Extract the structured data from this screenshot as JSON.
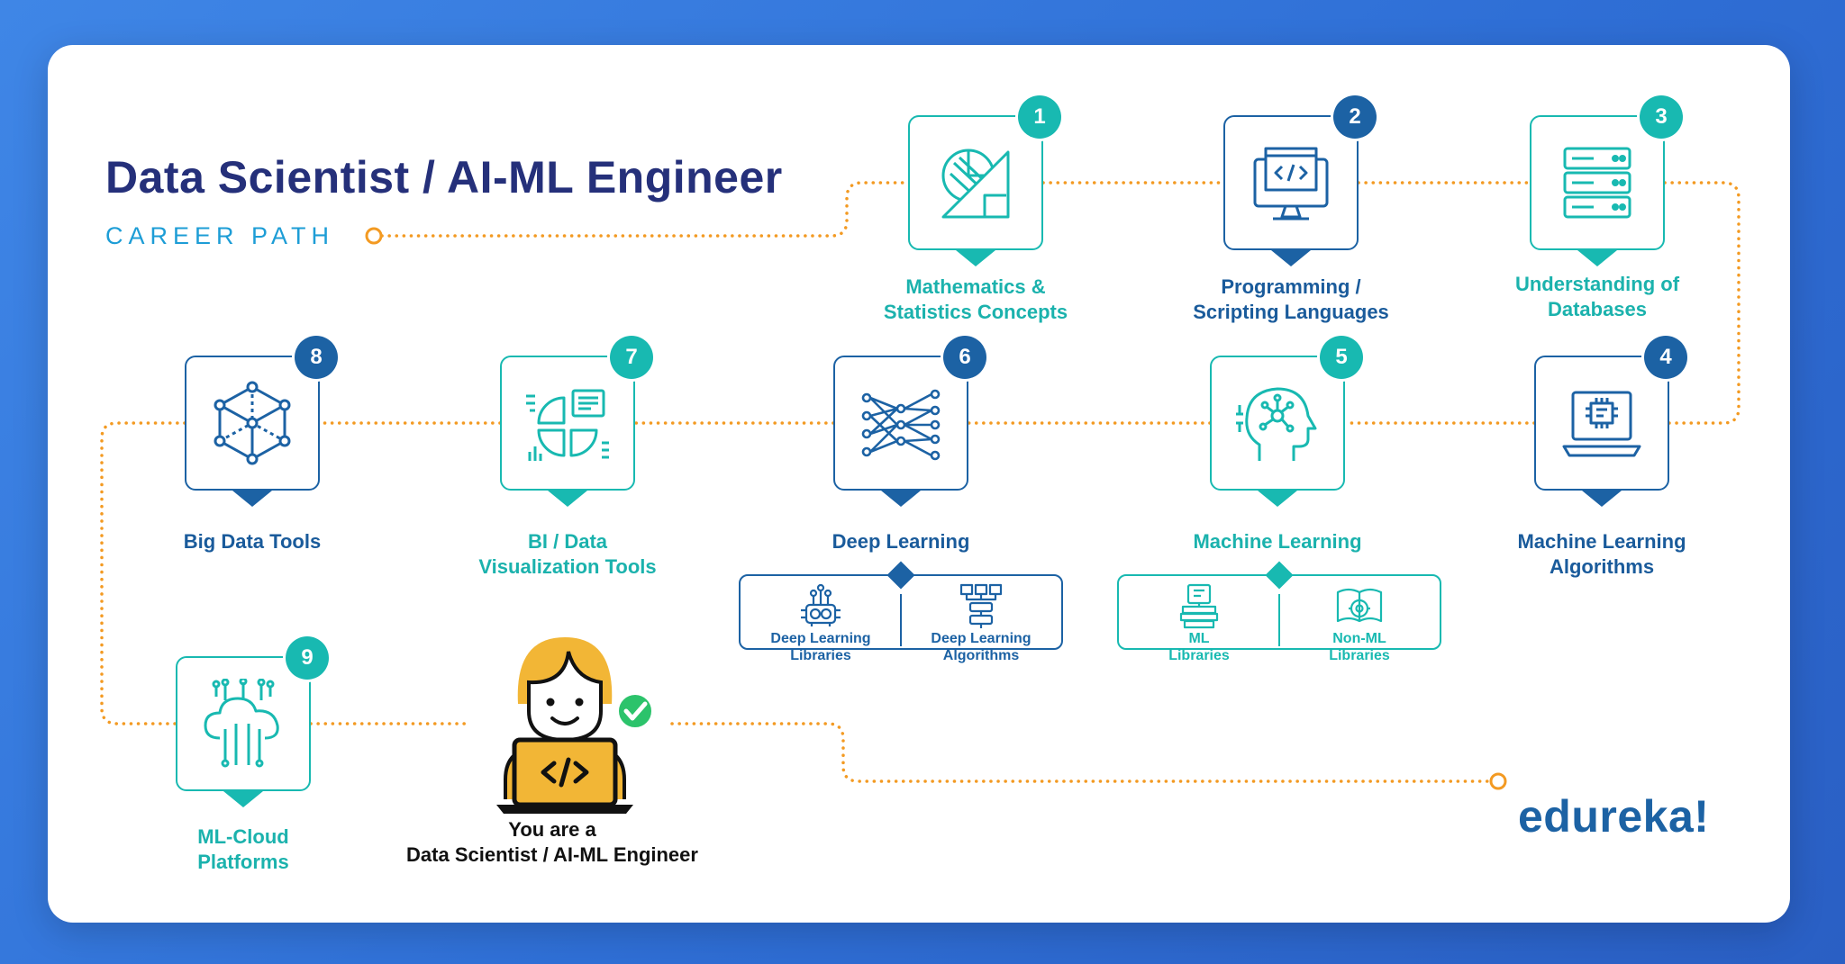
{
  "header": {
    "title": "Data Scientist / AI-ML Engineer",
    "subtitle": "CAREER PATH"
  },
  "steps": [
    {
      "number": "1",
      "line1": "Mathematics &",
      "line2": "Statistics Concepts",
      "icon": "geometry-chart-icon"
    },
    {
      "number": "2",
      "line1": "Programming /",
      "line2": "Scripting Languages",
      "icon": "code-monitor-icon"
    },
    {
      "number": "3",
      "line1": "Understanding of",
      "line2": "Databases",
      "icon": "database-server-icon"
    },
    {
      "number": "4",
      "line1": "Machine Learning",
      "line2": "Algorithms",
      "icon": "laptop-chip-icon"
    },
    {
      "number": "5",
      "line1": "Machine Learning",
      "line2": "",
      "icon": "brain-head-icon"
    },
    {
      "number": "6",
      "line1": "Deep Learning",
      "line2": "",
      "icon": "neural-network-icon"
    },
    {
      "number": "7",
      "line1": "BI / Data",
      "line2": "Visualization Tools",
      "icon": "dashboard-chart-icon"
    },
    {
      "number": "8",
      "line1": "Big Data Tools",
      "line2": "",
      "icon": "data-cube-icon"
    },
    {
      "number": "9",
      "line1": "ML-Cloud",
      "line2": "Platforms",
      "icon": "cloud-circuit-icon"
    }
  ],
  "deep_learning_sub": {
    "left_line1": "Deep Learning",
    "left_line2": "Libraries",
    "right_line1": "Deep Learning",
    "right_line2": "Algorithms"
  },
  "machine_learning_sub": {
    "left_line1": "ML",
    "left_line2": "Libraries",
    "right_line1": "Non-ML",
    "right_line2": "Libraries"
  },
  "finish": {
    "line1": "You are a",
    "line2": "Data Scientist / AI-ML Engineer"
  },
  "brand": {
    "name": "edureka!"
  },
  "colors": {
    "teal": "#18b9b1",
    "navy": "#1c62a4",
    "title": "#25307a",
    "path": "#f39a22",
    "background": "#3f86e6"
  }
}
